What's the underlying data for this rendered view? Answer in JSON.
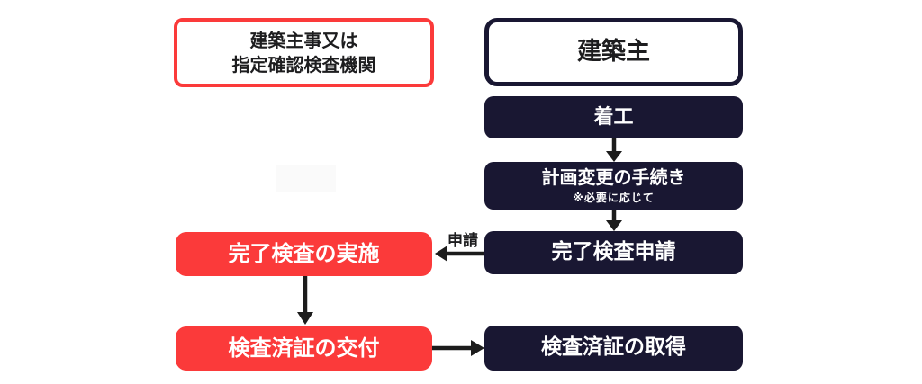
{
  "colors": {
    "red": "#FB3A3A",
    "navy": "#191732",
    "arrow": "#1C1C1C",
    "text_dark": "#1D1D1F",
    "text_light": "#FFFFFF",
    "background": "#FFFFFF",
    "watermark": "#FAFAFA"
  },
  "headers": {
    "agency": {
      "line1": "建築主事又は",
      "line2": "指定確認検査機関"
    },
    "owner": {
      "label": "建築主"
    }
  },
  "nodes": {
    "start": {
      "label": "着工"
    },
    "plan_change": {
      "label": "計画変更の手続き",
      "note": "※必要に応じて"
    },
    "completion_application": {
      "label": "完了検査申請"
    },
    "inspection_execution": {
      "label": "完了検査の実施"
    },
    "certificate_issue": {
      "label": "検査済証の交付"
    },
    "certificate_obtain": {
      "label": "検査済証の取得"
    }
  },
  "edges": {
    "application_label": "申請"
  }
}
